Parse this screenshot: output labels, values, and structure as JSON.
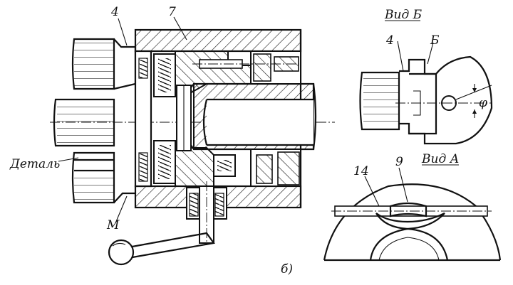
{
  "labels": {
    "part_4": "4",
    "part_7": "7",
    "detail": "Деталь",
    "part_m": "М",
    "view_b_title": "Вид Б",
    "view_b_4": "4",
    "view_b_b": "Б",
    "view_b_phi": "φ",
    "view_a_title": "Вид А",
    "view_a_14": "14",
    "view_a_9": "9",
    "figure_letter": "б)"
  }
}
